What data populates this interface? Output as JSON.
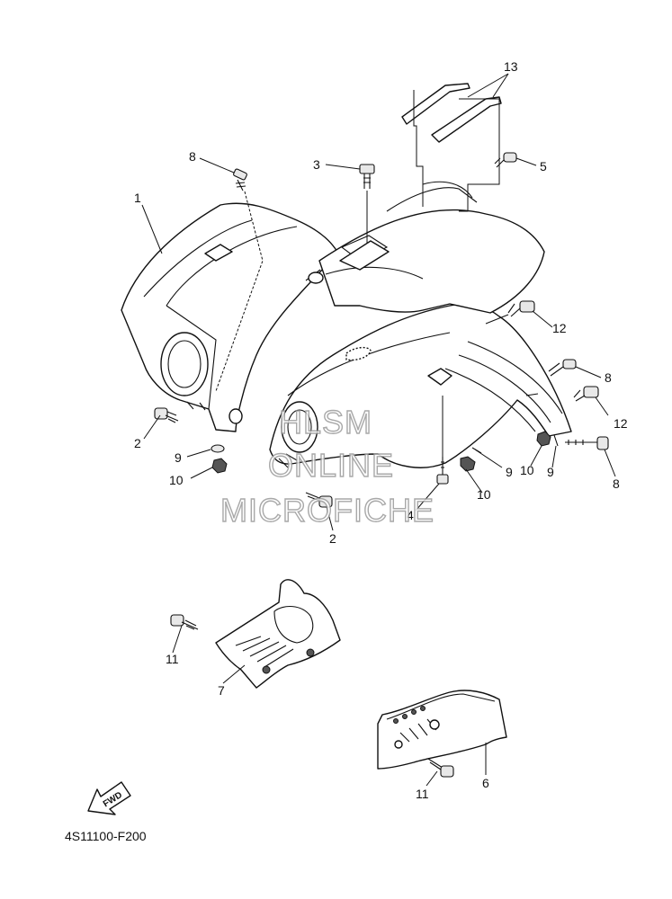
{
  "diagram": {
    "code": "4S11100-F200",
    "fwd_label": "FWD",
    "watermark": [
      "HLSM",
      "ONLINE",
      "MICROFICHE"
    ],
    "callouts": {
      "c1": "1",
      "c2a": "2",
      "c2b": "2",
      "c3": "3",
      "c4": "4",
      "c5": "5",
      "c6": "6",
      "c7": "7",
      "c8a": "8",
      "c8b": "8",
      "c8c": "8",
      "c9a": "9",
      "c9b": "9",
      "c9c": "9",
      "c10a": "10",
      "c10b": "10",
      "c10c": "10",
      "c11a": "11",
      "c11b": "11",
      "c12a": "12",
      "c12b": "12",
      "c13": "13"
    }
  }
}
